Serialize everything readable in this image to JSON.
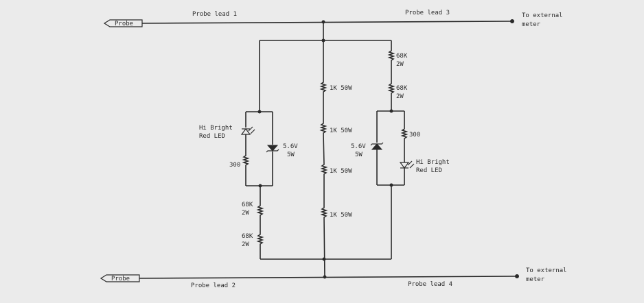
{
  "probe_left_top": "Probe",
  "probe_left_bottom": "Probe",
  "lead1": "Probe lead 1",
  "lead2": "Probe lead 2",
  "lead3": "Probe lead 3",
  "lead4": "Probe lead 4",
  "meter_top": [
    "To external",
    "meter"
  ],
  "meter_bottom": [
    "To external",
    "meter"
  ],
  "left_branch": {
    "led_label": [
      "Hi Bright",
      "Red LED"
    ],
    "zener_label": [
      "5.6V",
      "5W"
    ],
    "res300": "300",
    "res68k_a": [
      "68K",
      "2W"
    ],
    "res68k_b": [
      "68K",
      "2W"
    ]
  },
  "center_branch": {
    "res": [
      "1K 50W",
      "1K 50W",
      "1K 50W",
      "1K 50W"
    ]
  },
  "right_branch": {
    "res68k_a": [
      "68K",
      "2W"
    ],
    "res68k_b": [
      "68K",
      "2W"
    ],
    "res300": "300",
    "zener_label": [
      "5.6V",
      "5W"
    ],
    "led_label": [
      "Hi Bright",
      "Red LED"
    ]
  }
}
